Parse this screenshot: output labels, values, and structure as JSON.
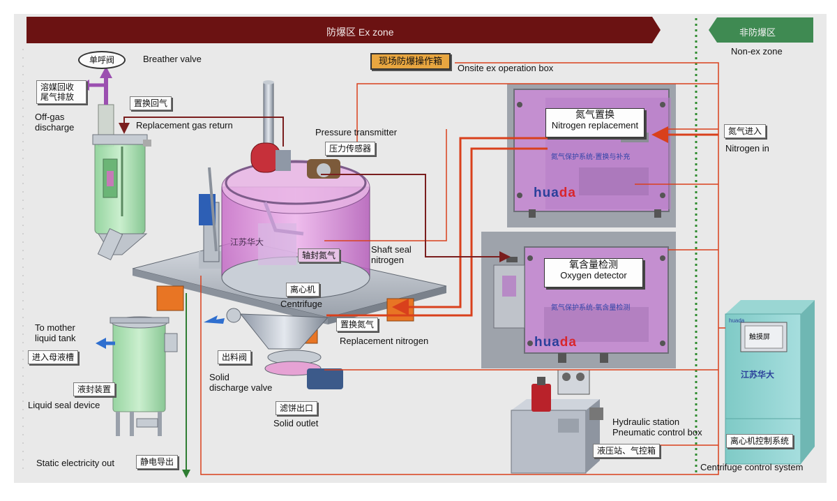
{
  "banner": {
    "ex_zone": "防爆区  Ex zone",
    "non_ex_zone": "非防爆区",
    "non_ex_zone_en": "Non-ex zone"
  },
  "labels": {
    "breather_valve_cn": "单呼阀",
    "breather_valve_en": "Breather valve",
    "offgas_cn": "溶媒回收\n尾气排放",
    "offgas_en": "Off-gas\ndischarge",
    "replacement_return_cn": "置换回气",
    "replacement_return_en": "Replacement gas return",
    "onsite_box_cn": "现场防爆操作箱",
    "onsite_box_en": "Onsite ex operation box",
    "pressure_transmitter_en": "Pressure transmitter",
    "pressure_transmitter_cn": "压力传感器",
    "nitrogen_replacement_cn": "氮气置换",
    "nitrogen_replacement_en": "Nitrogen replacement",
    "nitrogen_system_cn": "氮气保护系统-置换与补充",
    "nitrogen_in_cn": "氮气进入",
    "nitrogen_in_en": "Nitrogen in",
    "shaft_seal_cn": "轴封氮气",
    "shaft_seal_en": "Shaft seal\nnitrogen",
    "centrifuge_cn": "离心机",
    "centrifuge_en": "Centrifuge",
    "oxygen_detector_cn": "氧含量检测",
    "oxygen_detector_en": "Oxygen detector",
    "oxygen_system_cn": "氮气保护系统-氧含量检测",
    "replacement_nitrogen_cn": "置换氮气",
    "replacement_nitrogen_en": "Replacement nitrogen",
    "mother_tank_en": "To mother\nliquid tank",
    "mother_tank_cn": "进入母液槽",
    "liquid_seal_cn": "液封装置",
    "liquid_seal_en": "Liquid seal device",
    "discharge_valve_cn": "出料阀",
    "discharge_valve_en": "Solid\ndischarge valve",
    "solid_outlet_cn": "滤饼出口",
    "solid_outlet_en": "Solid outlet",
    "static_en": "Static electricity out",
    "static_cn": "静电导出",
    "hydraulic_en": "Hydraulic station\nPneumatic control box",
    "hydraulic_cn": "液压站、气控箱",
    "control_system_cn": "离心机控制系统",
    "control_system_en": "Centrifuge control system",
    "cabinet_brand": "江苏华大",
    "touch_screen": "触摸屏",
    "cabinet_logo": "huada",
    "rotor_text": "江苏华大"
  },
  "brand": {
    "part1": "hua",
    "part2": "da"
  },
  "colors": {
    "banner_red": "#6b1212",
    "banner_green": "#3f8a52",
    "pipe_red": "#d9401c",
    "line_dark": "#7a1e1e",
    "zone_divider": "#2e8b2e",
    "purple_arrow": "#9b4fb0",
    "blue_arrow": "#2f6fcf"
  }
}
